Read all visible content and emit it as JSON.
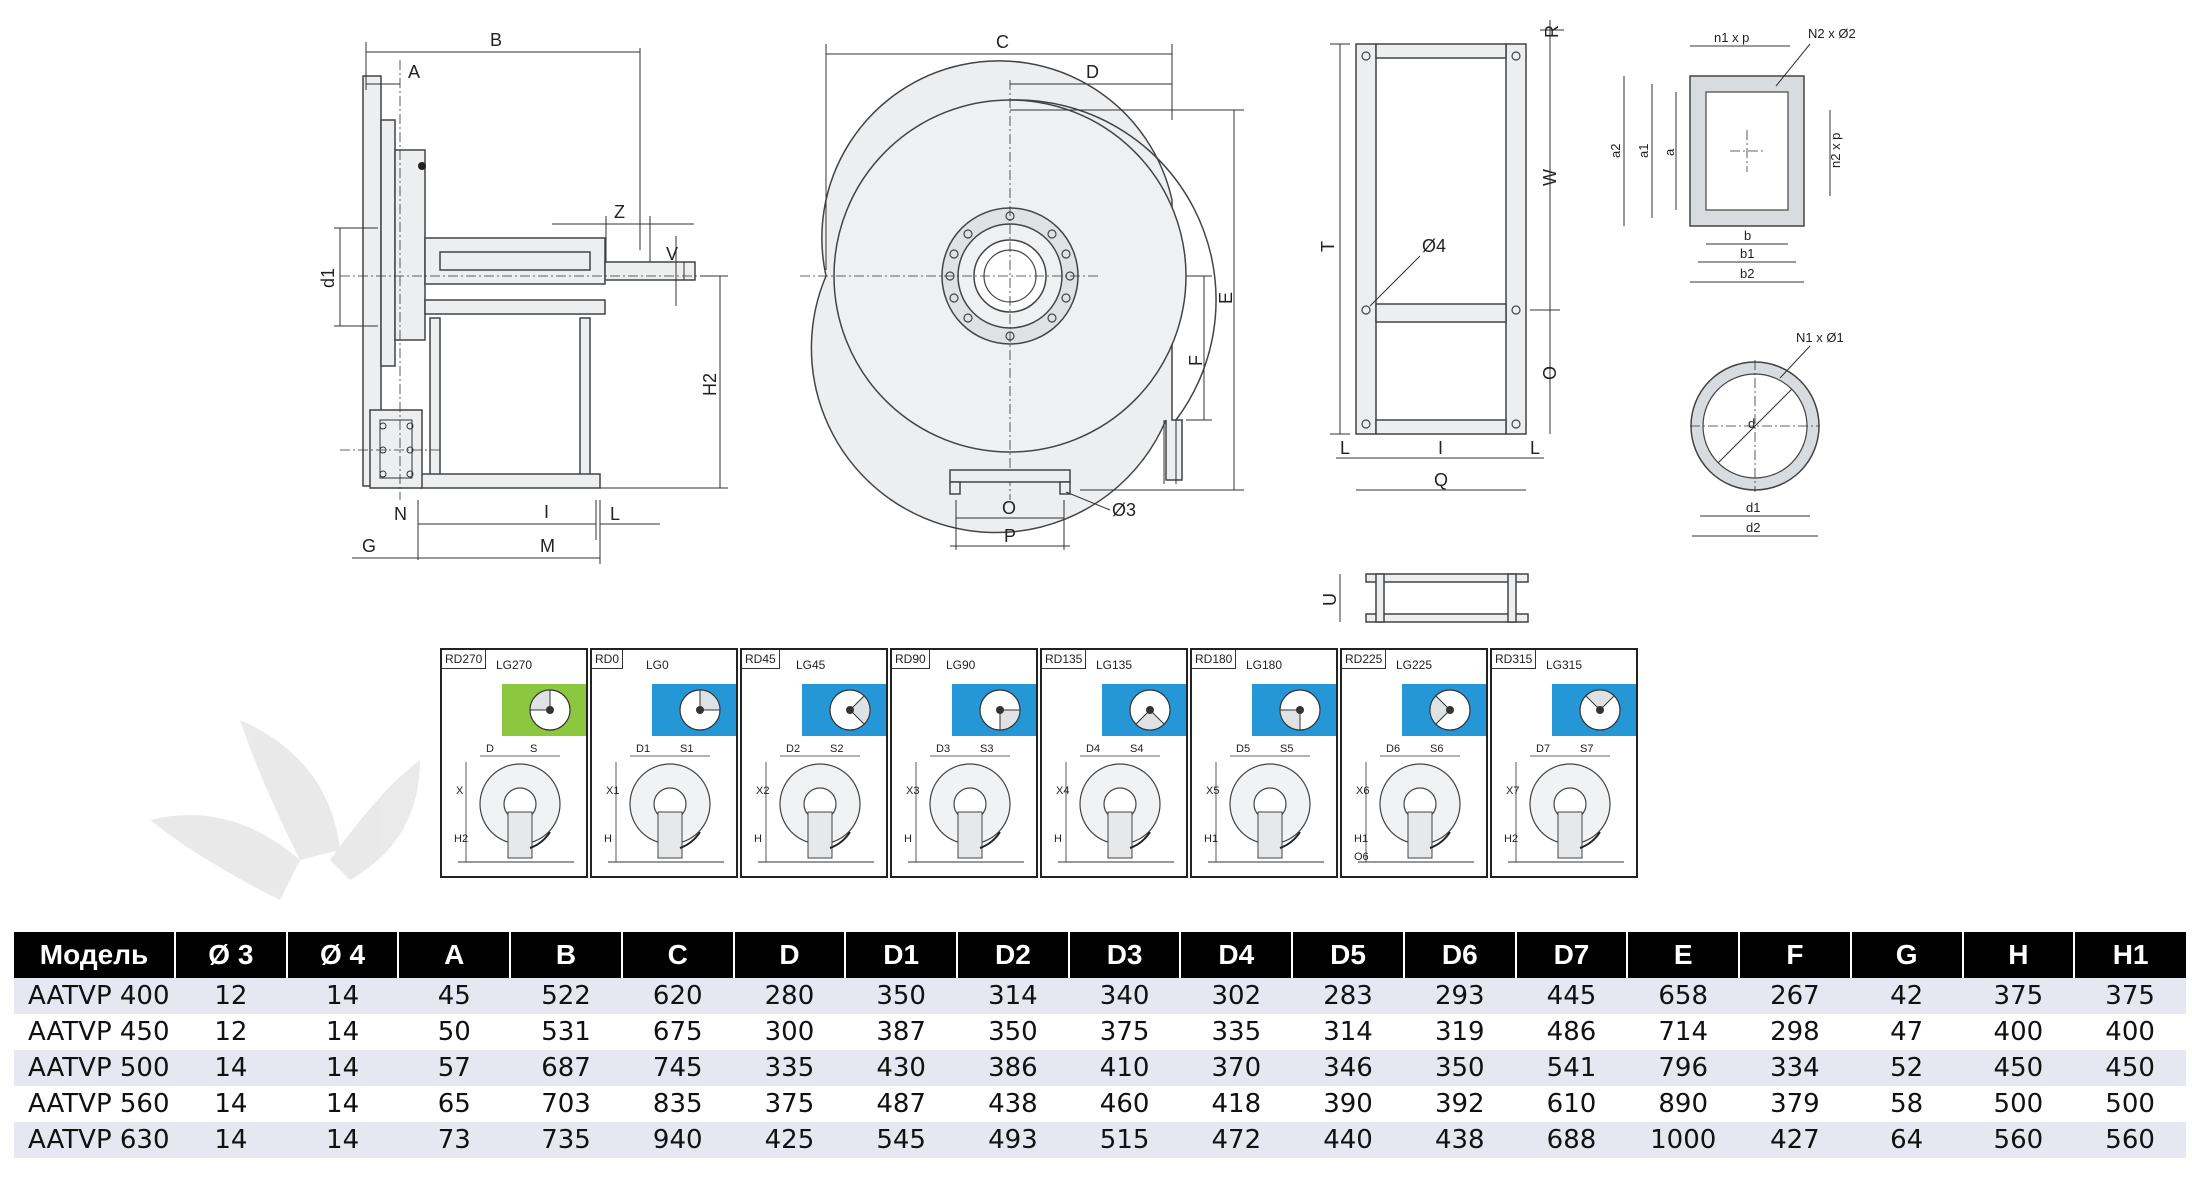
{
  "drawing_labels": {
    "side": {
      "A": "A",
      "B": "B",
      "d1": "d1",
      "Z": "Z",
      "V": "V",
      "H2": "H2",
      "N": "N",
      "I": "I",
      "L": "L",
      "G": "G",
      "M": "M"
    },
    "front": {
      "C": "C",
      "D": "D",
      "E": "E",
      "F": "F",
      "O": "O",
      "P": "P",
      "d3": "Ø3"
    },
    "frame": {
      "R": "R",
      "W": "W",
      "T": "T",
      "d4": "Ø4",
      "O": "O",
      "L_left": "L",
      "I": "I",
      "L_right": "L",
      "Q": "Q",
      "U": "U"
    },
    "flange_rect": {
      "n1xp": "n1 x p",
      "N2xd2": "N2 x Ø2",
      "a2": "a2",
      "a1": "a1",
      "a": "a",
      "n2xp": "n2 x p",
      "b": "b",
      "b1": "b1",
      "b2": "b2"
    },
    "flange_round": {
      "N1xd1": "N1 x Ø1",
      "d": "d",
      "d1": "d1",
      "d2": "d2"
    }
  },
  "orientations": [
    {
      "rd": "RD270",
      "lg": "LG270",
      "d": "D",
      "s": "S",
      "x": "X",
      "h": "H2",
      "h2": "",
      "highlight": "#8dc63f",
      "angle": 270
    },
    {
      "rd": "RD0",
      "lg": "LG0",
      "d": "D1",
      "s": "S1",
      "x": "X1",
      "h": "H",
      "h2": "",
      "highlight": "#2596d6",
      "angle": 0
    },
    {
      "rd": "RD45",
      "lg": "LG45",
      "d": "D2",
      "s": "S2",
      "x": "X2",
      "h": "H",
      "h2": "",
      "highlight": "#2596d6",
      "angle": 45
    },
    {
      "rd": "RD90",
      "lg": "LG90",
      "d": "D3",
      "s": "S3",
      "x": "X3",
      "h": "H",
      "h2": "",
      "highlight": "#2596d6",
      "angle": 90
    },
    {
      "rd": "RD135",
      "lg": "LG135",
      "d": "D4",
      "s": "S4",
      "x": "X4",
      "h": "H",
      "h2": "",
      "highlight": "#2596d6",
      "angle": 135
    },
    {
      "rd": "RD180",
      "lg": "LG180",
      "d": "D5",
      "s": "S5",
      "x": "X5",
      "h": "H1",
      "h2": "",
      "highlight": "#2596d6",
      "angle": 180
    },
    {
      "rd": "RD225",
      "lg": "LG225",
      "d": "D6",
      "s": "S6",
      "x": "X6",
      "h": "H1",
      "h2": "O6",
      "highlight": "#2596d6",
      "angle": 225
    },
    {
      "rd": "RD315",
      "lg": "LG315",
      "d": "D7",
      "s": "S7",
      "x": "X7",
      "h": "H2",
      "h2": "",
      "highlight": "#2596d6",
      "angle": 315
    }
  ],
  "table": {
    "headers": [
      "Модель",
      "Ø 3",
      "Ø 4",
      "A",
      "B",
      "C",
      "D",
      "D1",
      "D2",
      "D3",
      "D4",
      "D5",
      "D6",
      "D7",
      "E",
      "F",
      "G",
      "H",
      "H1"
    ],
    "rows": [
      [
        "AATVP 400",
        "12",
        "14",
        "45",
        "522",
        "620",
        "280",
        "350",
        "314",
        "340",
        "302",
        "283",
        "293",
        "445",
        "658",
        "267",
        "42",
        "375",
        "375"
      ],
      [
        "AATVP 450",
        "12",
        "14",
        "50",
        "531",
        "675",
        "300",
        "387",
        "350",
        "375",
        "335",
        "314",
        "319",
        "486",
        "714",
        "298",
        "47",
        "400",
        "400"
      ],
      [
        "AATVP 500",
        "14",
        "14",
        "57",
        "687",
        "745",
        "335",
        "430",
        "386",
        "410",
        "370",
        "346",
        "350",
        "541",
        "796",
        "334",
        "52",
        "450",
        "450"
      ],
      [
        "AATVP 560",
        "14",
        "14",
        "65",
        "703",
        "835",
        "375",
        "487",
        "438",
        "460",
        "418",
        "390",
        "392",
        "610",
        "890",
        "379",
        "58",
        "500",
        "500"
      ],
      [
        "AATVP 630",
        "14",
        "14",
        "73",
        "735",
        "940",
        "425",
        "545",
        "493",
        "515",
        "472",
        "440",
        "438",
        "688",
        "1000",
        "427",
        "64",
        "560",
        "560"
      ]
    ]
  },
  "colors": {
    "header_bg": "#000000",
    "header_fg": "#ffffff",
    "row_alt": "#e6e7f1",
    "green": "#8dc63f",
    "blue": "#2596d6"
  }
}
